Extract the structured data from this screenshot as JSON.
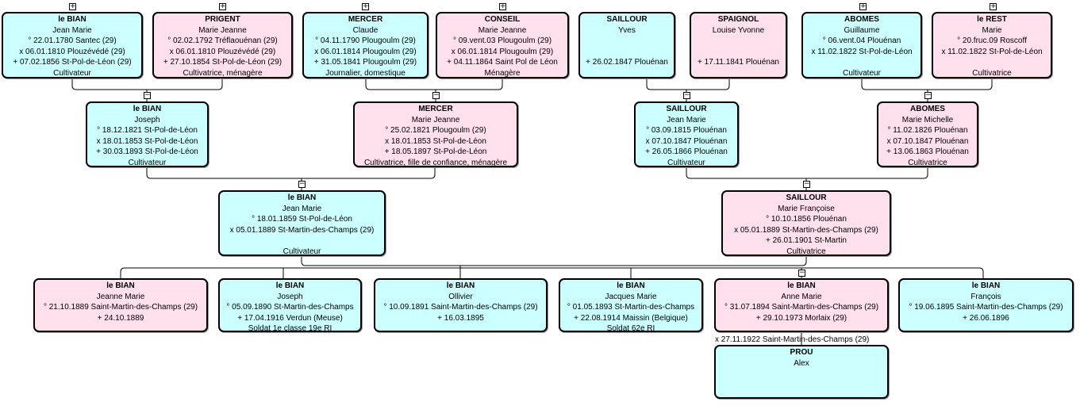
{
  "people": [
    {
      "id": "p1",
      "sex": "m",
      "lines": [
        "le BIAN",
        "Jean Marie",
        "° 22.01.1780 Santec (29)",
        "x 06.01.1810 Plouzévédé (29)",
        "+ 07.02.1856 St-Pol-de-Léon (29)",
        "Cultivateur"
      ]
    },
    {
      "id": "p2",
      "sex": "f",
      "lines": [
        "PRIGENT",
        "Marie Jeanne",
        "° 02.02.1792 Tréflaouénan (29)",
        "x 06.01.1810 Plouzévédé (29)",
        "+ 27.10.1854 St-Pol-de-Léon (29)",
        "Cultivatrice, ménagère"
      ]
    },
    {
      "id": "p3",
      "sex": "m",
      "lines": [
        "MERCER",
        "Claude",
        "° 04.11.1790 Plougoulm (29)",
        "x 06.01.1814 Plougoulm (29)",
        "+ 31.05.1841 Plougoulm (29)",
        "Journalier, domestique"
      ]
    },
    {
      "id": "p4",
      "sex": "f",
      "lines": [
        "CONSEIL",
        "Marie Jeanne",
        "° 09.vent.03 Plougoulm (29)",
        "x 06.01.1814 Plougoulm (29)",
        "+ 04.11.1864 Saint Pol de Léon",
        "Ménagère"
      ]
    },
    {
      "id": "p5",
      "sex": "m",
      "lines": [
        "SAILLOUR",
        "Yves",
        "",
        "",
        "+ 26.02.1847 Plouénan",
        ""
      ]
    },
    {
      "id": "p6",
      "sex": "f",
      "lines": [
        "SPAIGNOL",
        "Louise Yvonne",
        "",
        "",
        "+ 17.11.1841 Plouénan",
        ""
      ]
    },
    {
      "id": "p7",
      "sex": "m",
      "lines": [
        "ABOMES",
        "Guillaume",
        "° 06.vent.04 Plouénan",
        "x 11.02.1822 St-Pol-de-Léon",
        "",
        "Cultivateur"
      ]
    },
    {
      "id": "p8",
      "sex": "f",
      "lines": [
        "le REST",
        "Marie",
        "° 20.fruc.09 Roscoff",
        "x 11.02.1822 St-Pol-de-Léon",
        "",
        "Cultivatrice"
      ]
    },
    {
      "id": "g1",
      "sex": "m",
      "lines": [
        "le BIAN",
        "Joseph",
        "° 18.12.1821 St-Pol-de-Léon",
        "x 18.01.1853 St-Pol-de-Léon",
        "+ 30.03.1893 St-Pol-de-Léon",
        "Cultivateur"
      ]
    },
    {
      "id": "g2",
      "sex": "f",
      "lines": [
        "MERCER",
        "Marie Jeanne",
        "° 25.02.1821 Plougoulm (29)",
        "x 18.01.1853 St-Pol-de-Léon",
        "+ 18.05.1897 St-Pol-de-Léon",
        "Cultivatrice, fille de confiance, ménagère"
      ]
    },
    {
      "id": "g3",
      "sex": "m",
      "lines": [
        "SAILLOUR",
        "Jean Marie",
        "° 03.09.1815 Plouénan",
        "x 07.10.1847 Plouénan",
        "+ 26.05.1866 Plouénan",
        "Cultivateur"
      ]
    },
    {
      "id": "g4",
      "sex": "f",
      "lines": [
        "ABOMES",
        "Marie Michelle",
        "° 11.02.1826 Plouénan",
        "x 07.10.1847 Plouénan",
        "+ 13.06.1863 Plouénan",
        "Cultivatrice"
      ]
    },
    {
      "id": "q1",
      "sex": "m",
      "lines": [
        "le BIAN",
        "Jean Marie",
        "° 18.01.1859 St-Pol-de-Léon",
        "x 05.01.1889 St-Martin-des-Champs (29)",
        "",
        "Cultivateur"
      ]
    },
    {
      "id": "q2",
      "sex": "f",
      "lines": [
        "SAILLOUR",
        "Marie Françoise",
        "° 10.10.1856 Plouénan",
        "x 05.01.1889 St-Martin-des-Champs (29)",
        "+ 26.01.1901 St-Martin",
        "Cultivatrice"
      ]
    },
    {
      "id": "c1",
      "sex": "f",
      "lines": [
        "le BIAN",
        "Jeanne Marie",
        "° 21.10.1889 Saint-Martin-des-Champs (29)",
        "+ 24.10.1889"
      ]
    },
    {
      "id": "c2",
      "sex": "m",
      "lines": [
        "le BIAN",
        "Joseph",
        "° 05.09.1890 St-Martin-des-Champs",
        "+ 17.04.1916 Verdun (Meuse)",
        "Soldat 1e classe 19e RI"
      ]
    },
    {
      "id": "c3",
      "sex": "m",
      "lines": [
        "le BIAN",
        "Ollivier",
        "° 10.09.1891 Saint-Martin-des-Champs (29)",
        "+ 16.03.1895"
      ]
    },
    {
      "id": "c4",
      "sex": "m",
      "lines": [
        "le BIAN",
        "Jacques Marie",
        "° 01.05.1893 St-Martin-des-Champs",
        "+ 22.08.1914 Maissin (Belgique)",
        "Soldat 62e RI"
      ]
    },
    {
      "id": "c5",
      "sex": "f",
      "lines": [
        "le BIAN",
        "Anne Marie",
        "° 31.07.1894 Saint-Martin-des-Champs (29)",
        "+ 29.10.1973 Morlaix (29)"
      ]
    },
    {
      "id": "c6",
      "sex": "m",
      "lines": [
        "le BIAN",
        "François",
        "° 19.06.1895 Saint-Martin-des-Champs (29)",
        "+ 26.06.1896"
      ]
    },
    {
      "id": "s1",
      "sex": "m",
      "lines": [
        "PROU",
        "Alex"
      ]
    }
  ],
  "marriage_note": "x 27.11.1922 Saint-Martin-des-Champs (29)",
  "toggles": {
    "expand": "+",
    "collapse": "−"
  }
}
